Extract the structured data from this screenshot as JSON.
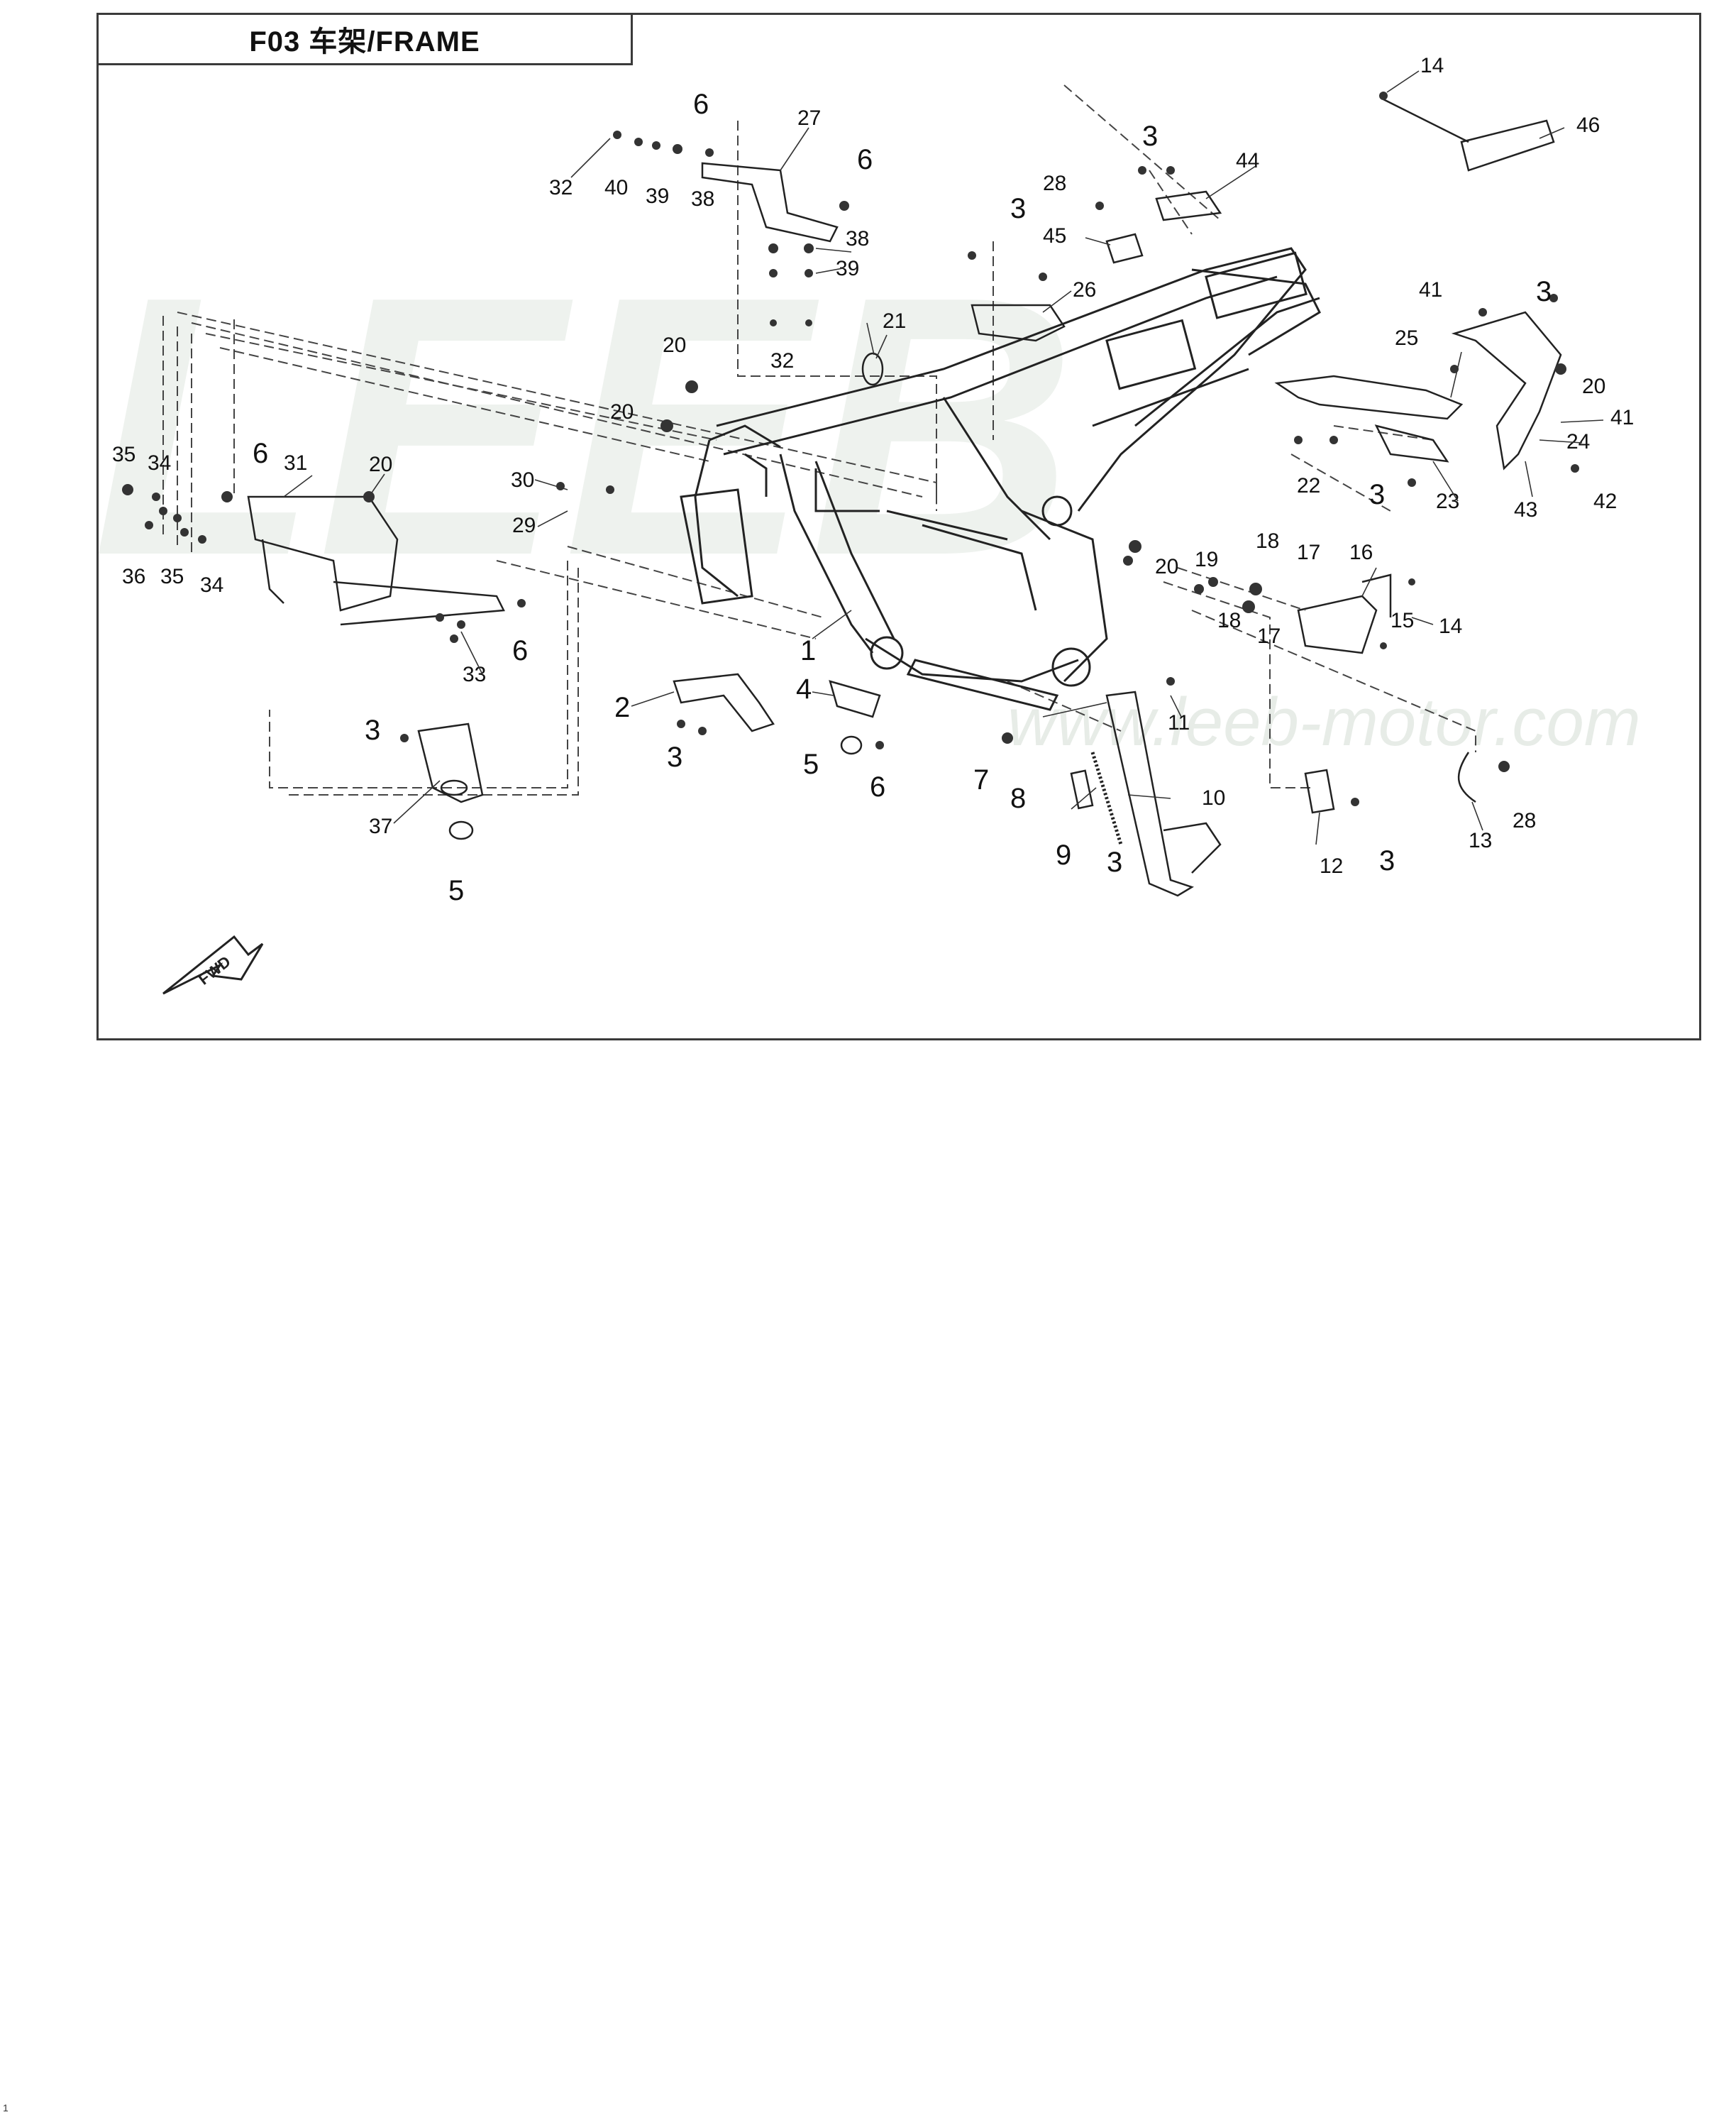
{
  "title": "F03  车架/FRAME",
  "watermark": {
    "brand": "LEEB",
    "url": "www.leeb-motor.com"
  },
  "fwd_label": "FWD",
  "page_number": "1",
  "callouts": [
    "1",
    "2",
    "3",
    "3",
    "3",
    "3",
    "3",
    "3",
    "3",
    "3",
    "4",
    "5",
    "5",
    "6",
    "6",
    "6",
    "6",
    "6",
    "7",
    "8",
    "9",
    "10",
    "11",
    "12",
    "13",
    "14",
    "14",
    "15",
    "16",
    "17",
    "17",
    "18",
    "18",
    "19",
    "20",
    "20",
    "20",
    "20",
    "20",
    "21",
    "22",
    "23",
    "24",
    "25",
    "26",
    "27",
    "28",
    "28",
    "29",
    "30",
    "31",
    "32",
    "32",
    "33",
    "34",
    "34",
    "35",
    "35",
    "36",
    "37",
    "38",
    "38",
    "39",
    "39",
    "40",
    "41",
    "41",
    "42",
    "43",
    "44",
    "45",
    "46"
  ]
}
